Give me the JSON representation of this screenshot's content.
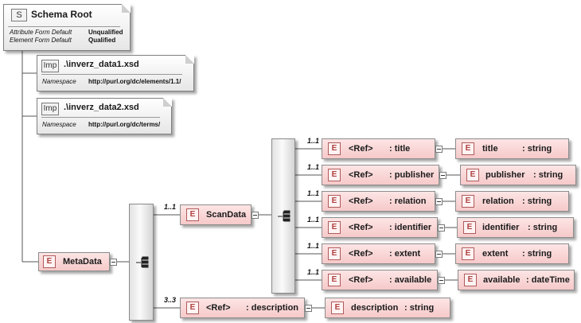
{
  "schema_root": {
    "badge": "S",
    "title": "Schema Root",
    "rows": [
      {
        "key": "Attribute Form Default",
        "value": "Unqualified"
      },
      {
        "key": "Element Form Default",
        "value": "Qualified"
      }
    ]
  },
  "imports": [
    {
      "badge": "Imp",
      "file": ".\\inverz_data1.xsd",
      "ns_label": "Namespace",
      "ns_value": "http://purl.org/dc/elements/1.1/"
    },
    {
      "badge": "Imp",
      "file": ".\\inverz_data2.xsd",
      "ns_label": "Namespace",
      "ns_value": "http://purl.org/dc/terms/"
    }
  ],
  "elements": {
    "badge": "E",
    "metadata": "MetaData",
    "scandata": "ScanData",
    "scandata_multiplicity": "1..1",
    "description_ref": {
      "multiplicity": "3..3",
      "ref": "<Ref>",
      "name": ": description",
      "type_name": "description",
      "type": ": string"
    }
  },
  "refs": [
    {
      "multiplicity": "1..1",
      "ref": "<Ref>",
      "name": ": title",
      "type_name": "title",
      "type": ": string"
    },
    {
      "multiplicity": "1..1",
      "ref": "<Ref>",
      "name": ": publisher",
      "type_name": "publisher",
      "type": ": string"
    },
    {
      "multiplicity": "1..1",
      "ref": "<Ref>",
      "name": ": relation",
      "type_name": "relation",
      "type": ": string"
    },
    {
      "multiplicity": "1..1",
      "ref": "<Ref>",
      "name": ": identifier",
      "type_name": "identifier",
      "type": ": string"
    },
    {
      "multiplicity": "1..1",
      "ref": "<Ref>",
      "name": ": extent",
      "type_name": "extent",
      "type": ": string"
    },
    {
      "multiplicity": "1..1",
      "ref": "<Ref>",
      "name": ": available",
      "type_name": "available",
      "type": ": dateTime"
    }
  ]
}
